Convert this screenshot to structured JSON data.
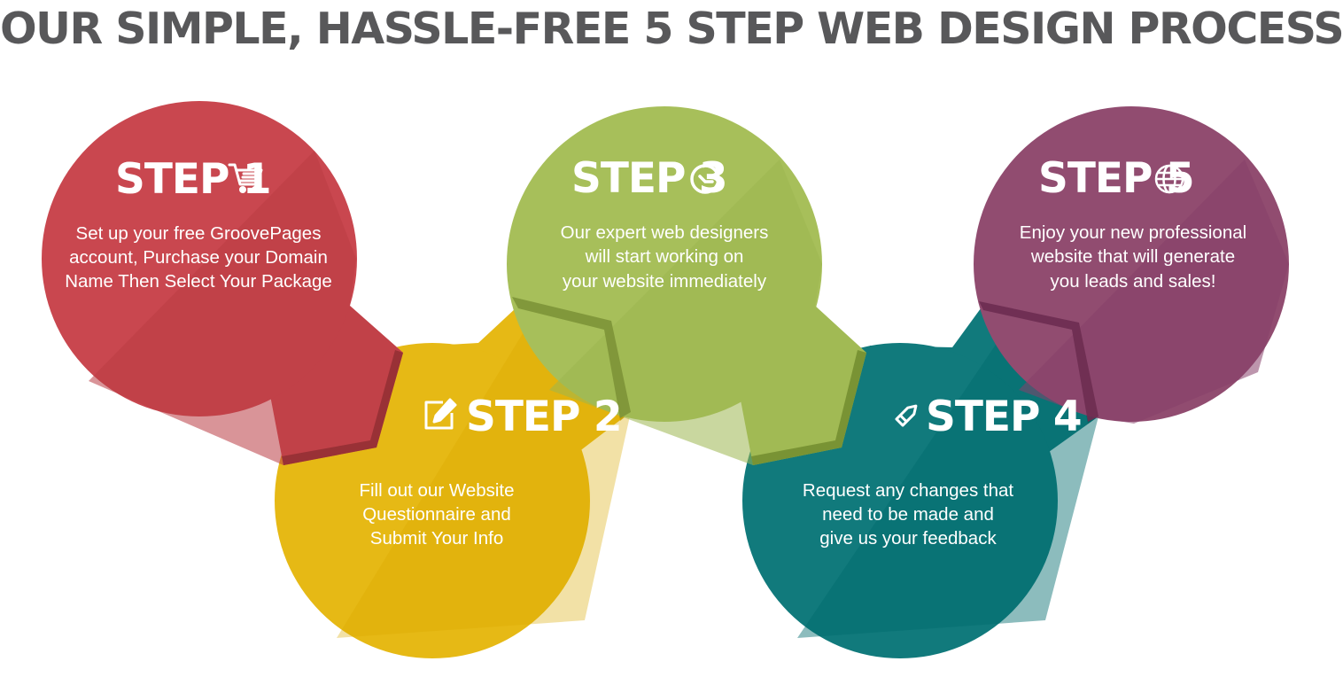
{
  "header": {
    "title": "OUR SIMPLE, HASSLE-FREE 5 STEP WEB DESIGN PROCESS"
  },
  "steps": [
    {
      "label": "STEP 1",
      "icon": "cart-icon",
      "color": "#c9474f",
      "lines": [
        "Set up your free GroovePages",
        "account, Purchase your Domain",
        "Name Then Select Your Package"
      ]
    },
    {
      "label": "STEP 2",
      "icon": "edit-icon",
      "color": "#e6b915",
      "lines": [
        "Fill out our Website",
        "Questionnaire and",
        "Submit Your Info"
      ]
    },
    {
      "label": "STEP 3",
      "icon": "clock-icon",
      "color": "#a7bf5a",
      "lines": [
        "Our expert web designers",
        "will start working on",
        "your website immediately"
      ]
    },
    {
      "label": "STEP 4",
      "icon": "pen-icon",
      "color": "#117a7c",
      "lines": [
        "Request any changes that",
        "need to be made and",
        "give us your feedback"
      ]
    },
    {
      "label": "STEP 5",
      "icon": "globe-icon",
      "color": "#914c70",
      "lines": [
        "Enjoy your new professional",
        "website that will generate",
        "you leads and sales!"
      ]
    }
  ]
}
